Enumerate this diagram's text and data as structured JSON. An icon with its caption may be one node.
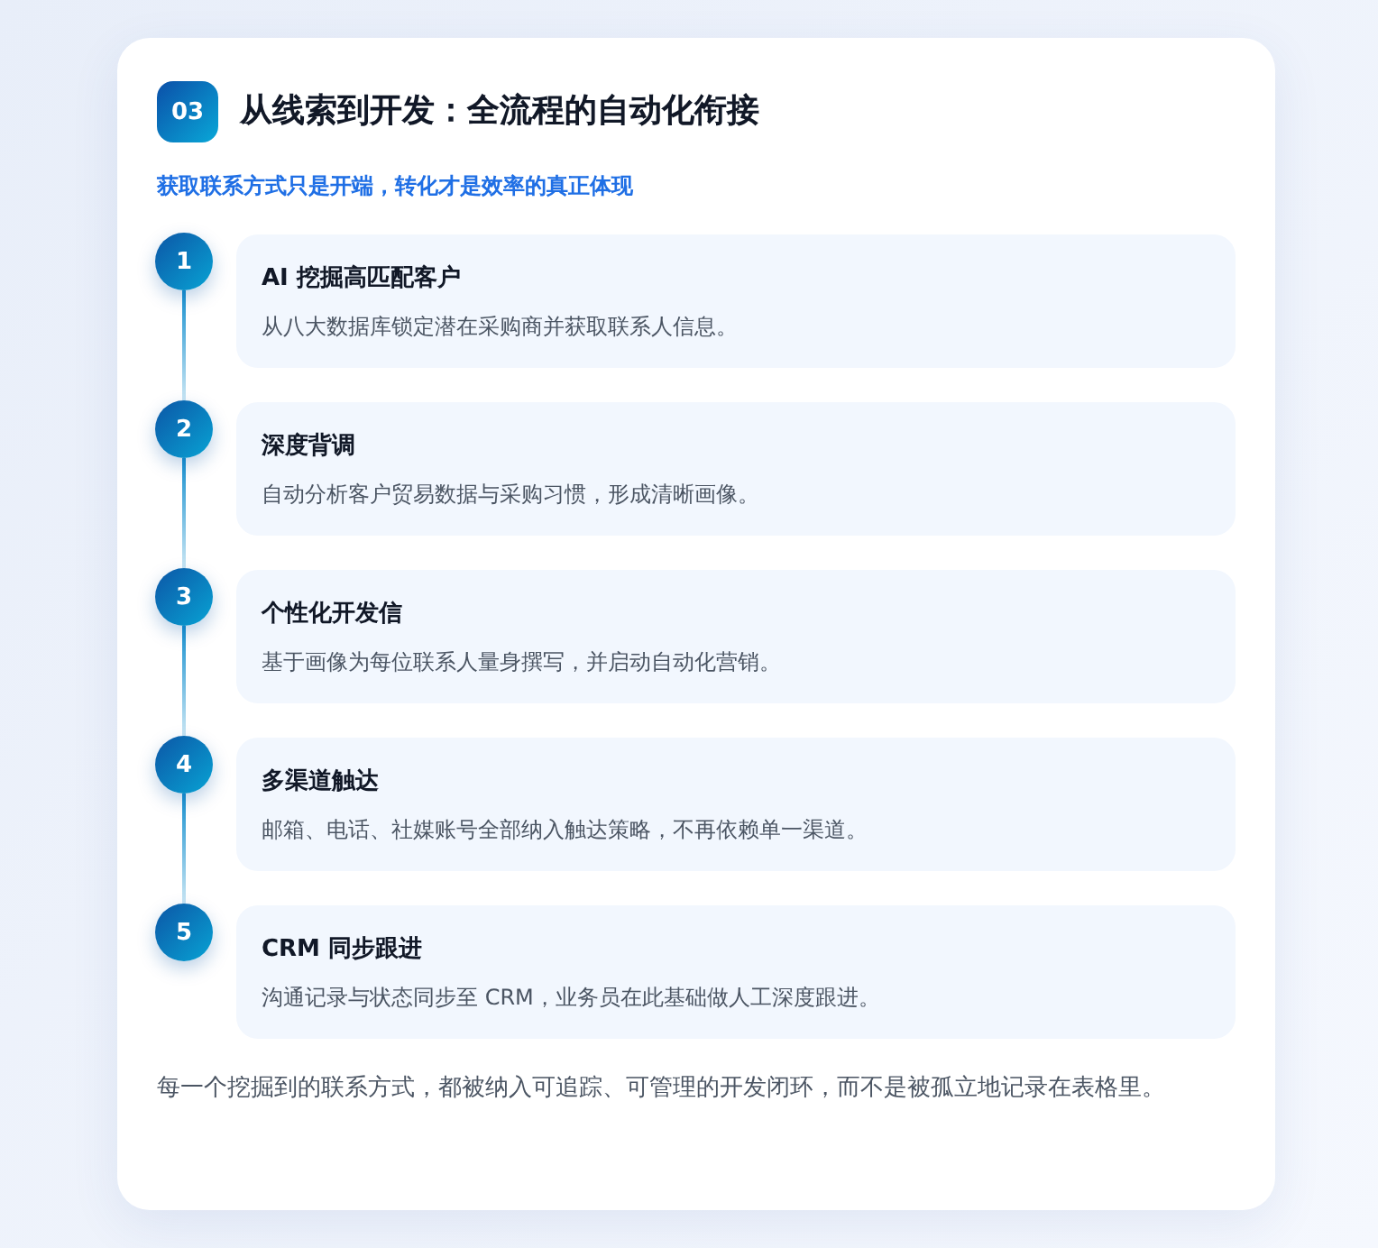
{
  "diagram": {
    "title": "从线索到开发：全流程的自动化衔接",
    "nodes": [
      {
        "text": [
          "获取联系方式只是开端，转化才是效率的真正体现",
          "每一个挖掘到的联系方式，都被纳入可追踪、可管理的开发闭环，而不是被孤立地记录在表格里。"
        ]
      },
      {
        "text": [
          "03"
        ],
        "in": 0
      },
      {
        "text": [
          "1"
        ],
        "in": 0
      },
      {
        "text": [
          "AI 挖掘高匹配客户",
          "从八大数据库锁定潜在采购商并获取联系人信息。"
        ],
        "in": 0
      },
      {
        "text": [
          "2"
        ],
        "in": 0
      },
      {
        "text": [
          "深度背调",
          "自动分析客户贸易数据与采购习惯，形成清晰画像。"
        ],
        "in": 0
      },
      {
        "text": [
          "3"
        ],
        "in": 0
      },
      {
        "text": [
          "个性化开发信",
          "基于画像为每位联系人量身撰写，并启动自动化营销。"
        ],
        "in": 0
      },
      {
        "text": [
          "4"
        ],
        "in": 0
      },
      {
        "text": [
          "多渠道触达",
          "邮箱、电话、社媒账号全部纳入触达策略，不再依赖单一渠道。"
        ],
        "in": 0
      },
      {
        "text": [
          "5"
        ],
        "in": 0
      },
      {
        "text": [
          "CRM 同步跟进",
          "沟通记录与状态同步至 CRM，业务员在此基础做人工深度跟进。"
        ],
        "in": 0
      }
    ],
    "edges": [
      {
        "from": 2,
        "to": 4,
        "arrow": "none"
      },
      {
        "from": 4,
        "to": 6,
        "arrow": "none"
      },
      {
        "from": 6,
        "to": 8,
        "arrow": "none"
      },
      {
        "from": 8,
        "to": 10,
        "arrow": "none"
      }
    ]
  }
}
